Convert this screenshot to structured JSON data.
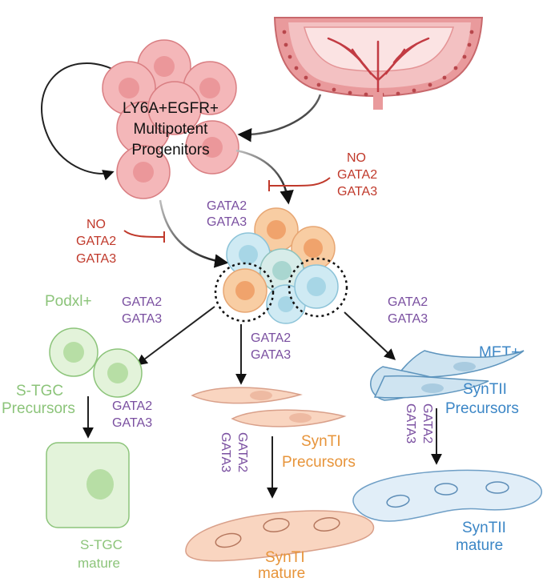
{
  "colors": {
    "purple": "#7a4fa0",
    "red": "#c0392b",
    "green": "#8cc47a",
    "orange": "#e7943a",
    "blue": "#3b86c6",
    "progenitor_fill": "#f4b7b9",
    "uterus_fill": "#e99a9c"
  },
  "progenitor": {
    "line1": "LY6A+EGFR+",
    "line2": "Multipotent",
    "line3": "Progenitors"
  },
  "inhibition_right": {
    "line1": "NO",
    "line2": "GATA2",
    "line3": "GATA3"
  },
  "inhibition_left": {
    "line1": "NO",
    "line2": "GATA2",
    "line3": "GATA3"
  },
  "cluster_gata": {
    "line1": "GATA2",
    "line2": "GATA3"
  },
  "left_branch_gata": {
    "line1": "GATA2",
    "line2": "GATA3"
  },
  "mid_branch_gata": {
    "line1": "GATA2",
    "line2": "GATA3"
  },
  "right_branch_gata": {
    "line1": "GATA2",
    "line2": "GATA3"
  },
  "stgc_gata": {
    "line1": "GATA2",
    "line2": "GATA3"
  },
  "synti_gata": {
    "line1": "GATA2",
    "line2": "GATA3"
  },
  "syntii_gata": {
    "line1": "GATA2",
    "line2": "GATA3"
  },
  "stgc": {
    "marker": "Podxl+",
    "precursor_line1": "S-TGC",
    "precursor_line2": "Precursors",
    "mature_line1": "S-TGC",
    "mature_line2": "mature"
  },
  "synti": {
    "precursor_line1": "SynTI",
    "precursor_line2": "Precursors",
    "mature_line1": "SynTI",
    "mature_line2": "mature"
  },
  "syntii": {
    "marker": "MET+",
    "precursor_line1": "SynTII",
    "precursor_line2": "Precursors",
    "mature_line1": "SynTII",
    "mature_line2": "mature"
  }
}
